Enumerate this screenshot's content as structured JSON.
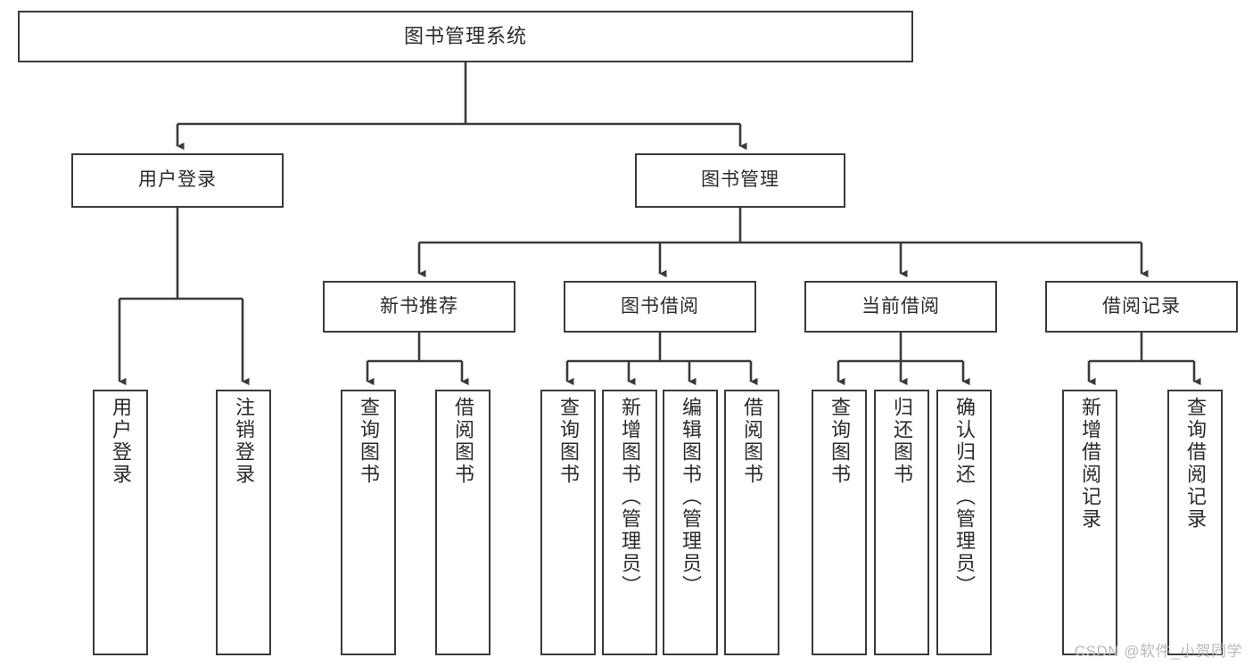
{
  "diagram": {
    "title": "图书管理系统",
    "type": "hierarchy-tree",
    "colors": {
      "box_border": "#3a3a3a",
      "box_fill": "#ffffff",
      "connector": "#3a3a3a",
      "text": "#2b2b2b",
      "watermark": "#b9b9b9",
      "background": "#ffffff"
    },
    "root": {
      "label": "图书管理系统"
    },
    "level1": [
      {
        "label": "用户登录"
      },
      {
        "label": "图书管理"
      }
    ],
    "level2": [
      {
        "label": "新书推荐"
      },
      {
        "label": "图书借阅"
      },
      {
        "label": "当前借阅"
      },
      {
        "label": "借阅记录"
      }
    ],
    "leaves": {
      "user_login": [
        {
          "label": "用户登录"
        },
        {
          "label": "注销登录"
        }
      ],
      "new_book_recommend": [
        {
          "label": "查询图书"
        },
        {
          "label": "借阅图书"
        }
      ],
      "book_borrow": [
        {
          "label": "查询图书"
        },
        {
          "label": "新增图书（管理员）"
        },
        {
          "label": "编辑图书（管理员）"
        },
        {
          "label": "借阅图书"
        }
      ],
      "current_borrow": [
        {
          "label": "查询图书"
        },
        {
          "label": "归还图书"
        },
        {
          "label": "确认归还（管理员）"
        }
      ],
      "borrow_record": [
        {
          "label": "新增借阅记录"
        },
        {
          "label": "查询借阅记录"
        }
      ]
    }
  },
  "watermark": {
    "text": "CSDN @软件_小贺同学"
  }
}
